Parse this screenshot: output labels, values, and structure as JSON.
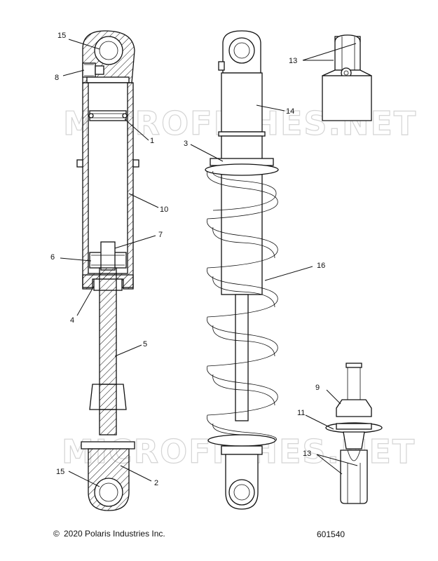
{
  "watermark": "MICROFICHES.NET",
  "callouts": {
    "c1": "1",
    "c2": "2",
    "c3": "3",
    "c4": "4",
    "c5": "5",
    "c6": "6",
    "c7": "7",
    "c8": "8",
    "c9": "9",
    "c10": "10",
    "c11": "11",
    "c13a": "13",
    "c13b": "13",
    "c14": "14",
    "c15a": "15",
    "c15b": "15",
    "c16": "16"
  },
  "footer": {
    "copyright": "2020 Polaris Industries Inc.",
    "copyright_symbol": "©",
    "diagram_number": "601540"
  }
}
